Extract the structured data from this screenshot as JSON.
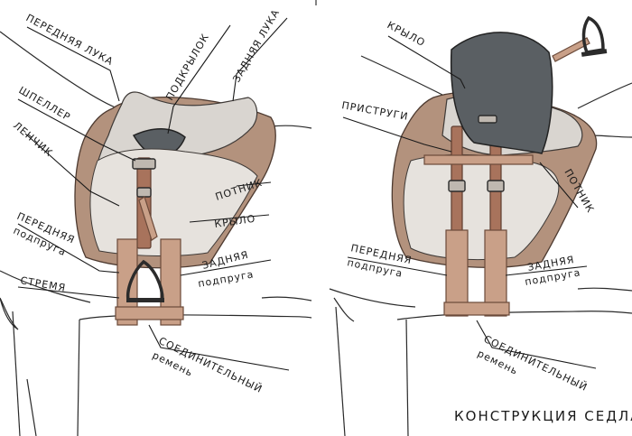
{
  "title": "Конструкция седла",
  "left_view": {
    "labels": {
      "front_arch": "Передняя лука",
      "under_flap": "Подкрылок",
      "back_arch": "Задняя лука",
      "shpeller": "Шпеллер",
      "tree_seat": "Ленчик",
      "saddle_cloth": "Потник",
      "flap": "Крыло",
      "front_girth_1": "Передняя",
      "front_girth_2": "подпруга",
      "rear_girth_1": "Задняя",
      "rear_girth_2": "подпруга",
      "stirrup": "Стремя",
      "connecting_1": "Соединительный",
      "connecting_2": "ремень"
    }
  },
  "right_view": {
    "labels": {
      "flap": "Крыло",
      "billets": "Приструги",
      "saddle_cloth": "Потник",
      "front_girth_1": "Передняя",
      "front_girth_2": "подпруга",
      "rear_girth_1": "Задняя",
      "rear_girth_2": "подпруга",
      "connecting_1": "Соединительный",
      "connecting_2": "ремень"
    }
  }
}
